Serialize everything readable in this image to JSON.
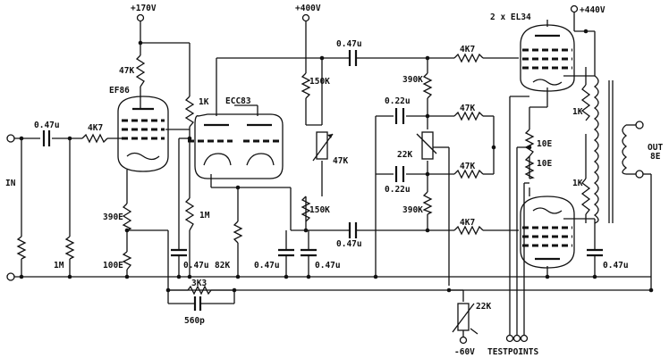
{
  "schematic": {
    "supplies": {
      "v170": "+170V",
      "v400": "+400V",
      "v440": "+440V",
      "vneg60": "-60V"
    },
    "tubes": {
      "input": "EF86",
      "phase_splitter": "ECC83",
      "output": "2 x EL34"
    },
    "input_label": "IN",
    "output_label_line1": "OUT",
    "output_label_line2": "8E",
    "testpoints_label": "TESTPOINTS",
    "components": {
      "c_in": "0.47u",
      "r_grid_stop": "4K7",
      "r_in_1m": "1M",
      "r_ef86_plate": "47K",
      "r_ef86_screen": "1K",
      "r_ef86_k1": "390E",
      "r_ef86_k2": "100E",
      "c_ef86_screen": "0.47u",
      "r_ecc_1m": "1M",
      "r_ecc_k": "82K",
      "c_ecc_1": "0.47u",
      "c_ecc_2": "0.47u",
      "r_plate_top": "150K",
      "r_plate_bot": "150K",
      "pot_balance": "47K",
      "c_couple_top": "0.47u",
      "c_couple_bot": "0.47u",
      "r_gs_top": "4K7",
      "r_gs_bot": "4K7",
      "r_bias_top": "390K",
      "r_bias_bot": "390K",
      "c_bias_top": "0.22u",
      "c_bias_bot": "0.22u",
      "r_47k_top": "47K",
      "r_47k_bot": "47K",
      "pot_bias_balance": "22K",
      "pot_bias_set": "22K",
      "r_k_top": "10E",
      "r_k_bot": "10E",
      "r_sg_top": "1K",
      "r_sg_bot": "1K",
      "c_out": "0.47u",
      "r_fb": "3K3",
      "c_fb": "560p"
    }
  }
}
